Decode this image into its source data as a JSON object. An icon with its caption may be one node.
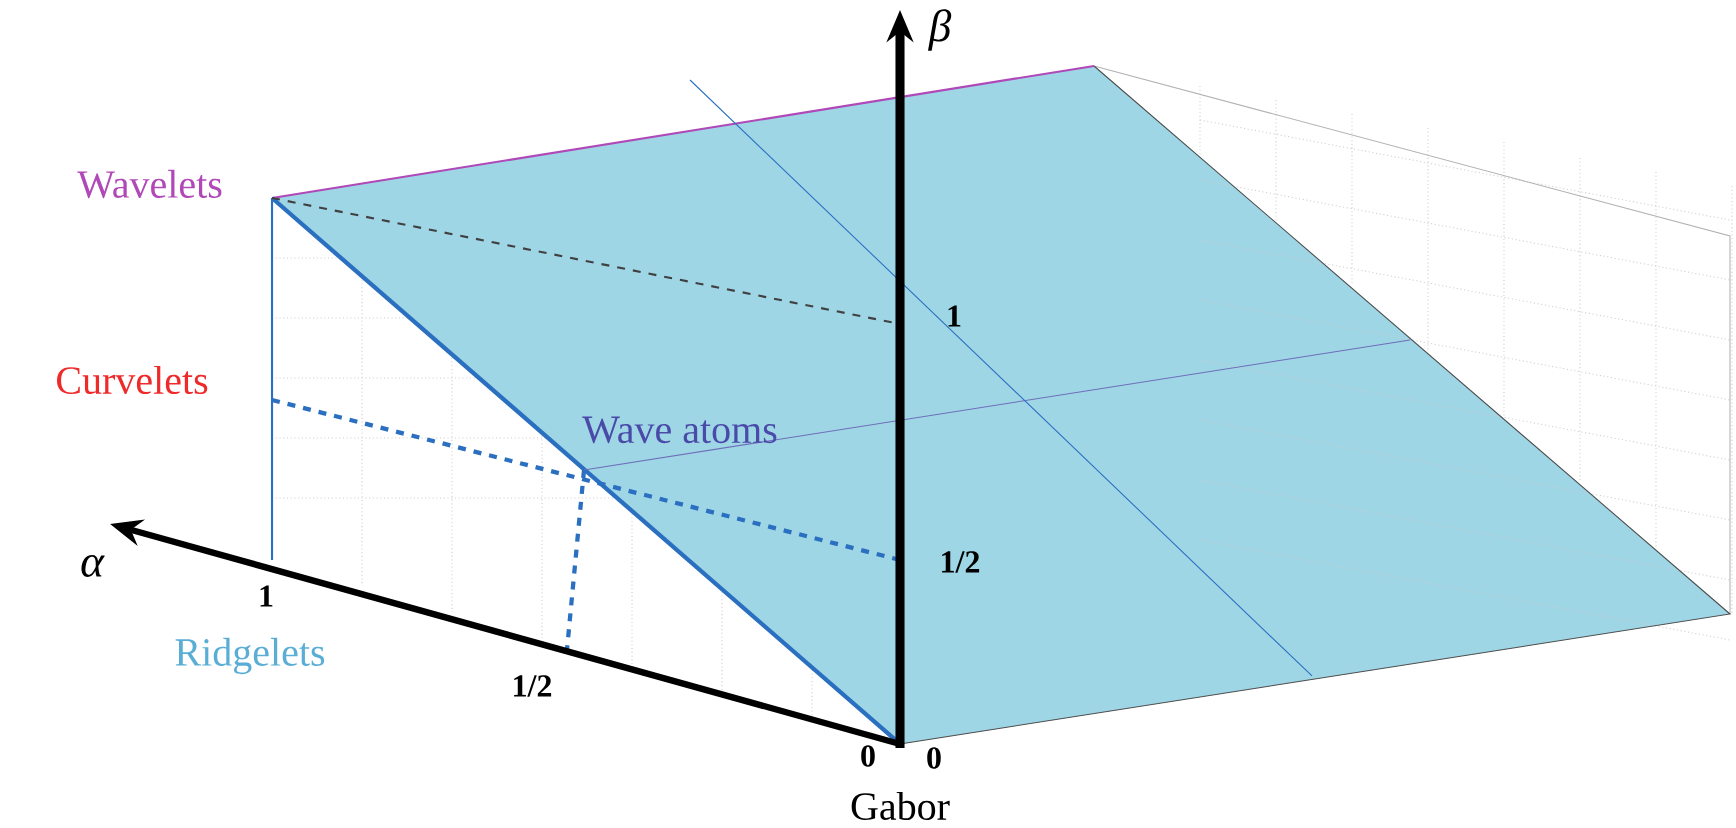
{
  "diagram": {
    "labels": [
      "β",
      "Wavelets",
      "1",
      "Curvelets",
      "Wave atoms",
      "α",
      "1/2",
      "1",
      "Ridgelets",
      "1/2",
      "0",
      "0",
      "Gabor"
    ]
  }
}
